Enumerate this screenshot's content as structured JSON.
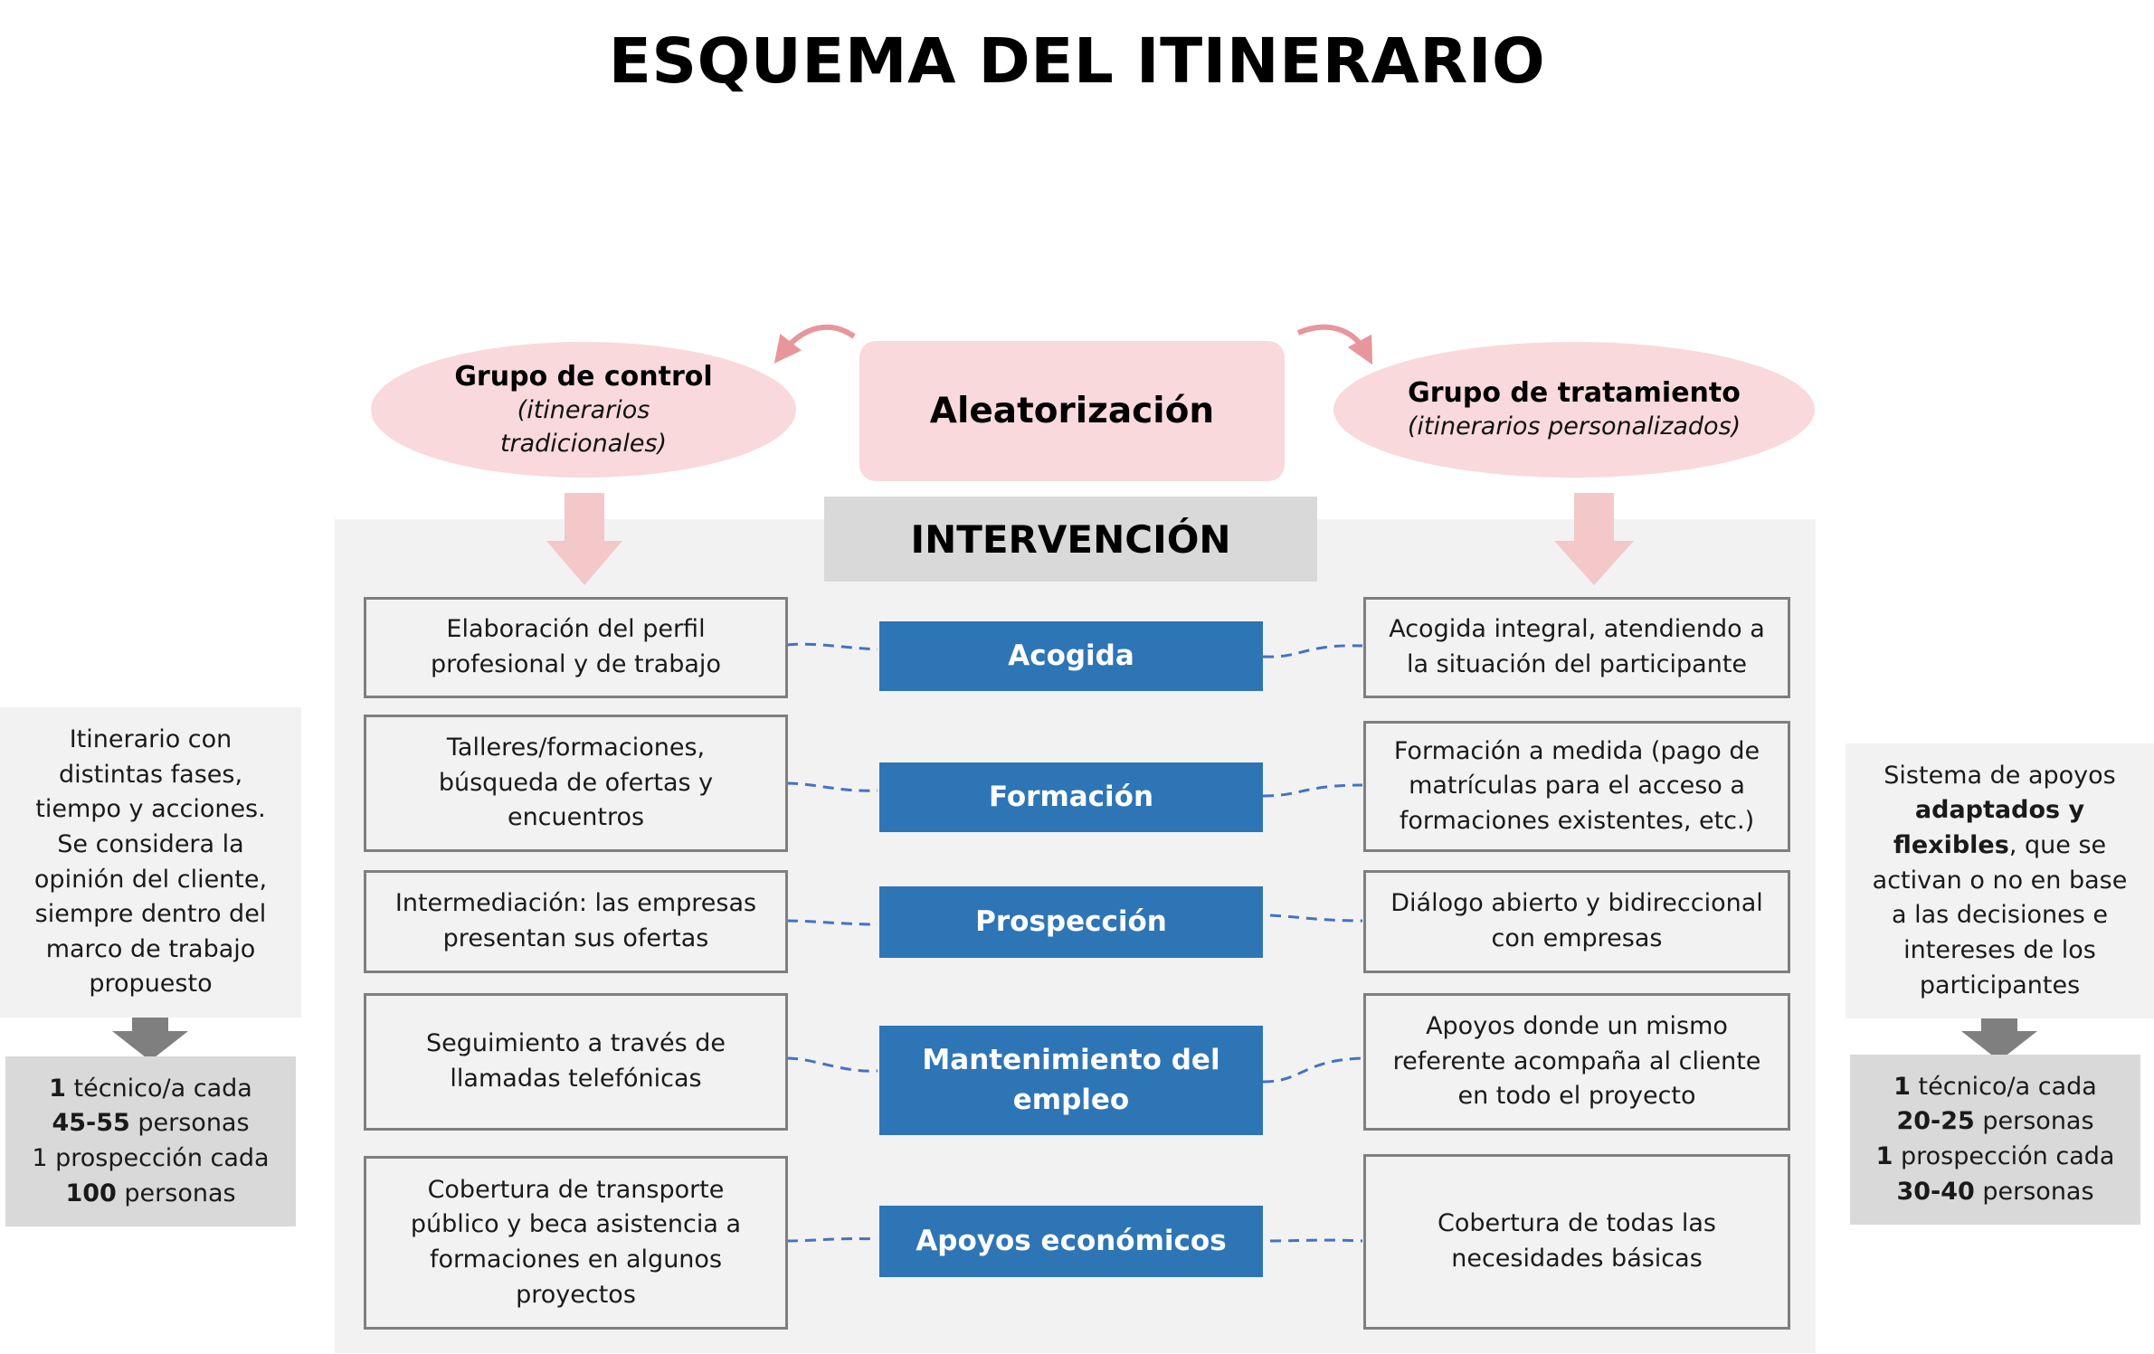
{
  "title": "ESQUEMA DEL ITINERARIO",
  "randomization": "Aleatorización",
  "control_group": {
    "title": "Grupo de control",
    "subtitle_line1": "(itinerarios",
    "subtitle_line2": "tradicionales)"
  },
  "treatment_group": {
    "title": "Grupo de tratamiento",
    "subtitle": "(itinerarios personalizados)"
  },
  "intervention_title": "INTERVENCIÓN",
  "phases": [
    {
      "label": "Acogida"
    },
    {
      "label": "Formación"
    },
    {
      "label": "Prospección"
    },
    {
      "label_line1": "Mantenimiento del",
      "label_line2": "empleo"
    },
    {
      "label": "Apoyos económicos"
    }
  ],
  "control_boxes": [
    [
      "Elaboración del perfil",
      "profesional y de trabajo"
    ],
    [
      "Talleres/formaciones,",
      "búsqueda de ofertas y",
      "encuentros"
    ],
    [
      "Intermediación: las empresas",
      "presentan sus ofertas"
    ],
    [
      "Seguimiento a través de",
      "llamadas telefónicas"
    ],
    [
      "Cobertura de transporte",
      "público y beca asistencia a",
      "formaciones en algunos",
      "proyectos"
    ]
  ],
  "treatment_boxes": [
    [
      "Acogida integral, atendiendo a",
      "la situación del participante"
    ],
    [
      "Formación a medida (pago de",
      "matrículas para el acceso a",
      "formaciones existentes, etc.)"
    ],
    [
      "Diálogo abierto y bidireccional",
      "con empresas"
    ],
    [
      "Apoyos donde un mismo",
      "referente acompaña al cliente",
      "en todo el proyecto"
    ],
    [
      "Cobertura de todas las",
      "necesidades básicas"
    ]
  ],
  "left_note": [
    "Itinerario con",
    "distintas fases,",
    "tiempo y acciones.",
    "Se considera la",
    "opinión del cliente,",
    "siempre dentro del",
    "marco de trabajo",
    "propuesto"
  ],
  "left_stat": {
    "line1_bold": "1",
    "line1_rest": " técnico/a cada",
    "line2_bold": "45-55",
    "line2_rest": " personas",
    "line3": "1 prospección cada",
    "line4_bold": "100",
    "line4_rest": " personas"
  },
  "right_note": {
    "line1": "Sistema de apoyos",
    "line2_bold": "adaptados y",
    "line3_bold": "flexibles",
    "line3_rest": ", que se",
    "line4": "activan o no en base",
    "line5": "a las decisiones e",
    "line6": "intereses de los",
    "line7": "participantes"
  },
  "right_stat": {
    "line1_bold": "1",
    "line1_rest": " técnico/a cada",
    "line2_bold": "20-25",
    "line2_rest": " personas",
    "line3_bold": "1",
    "line3_rest": " prospección cada",
    "line4_bold": "30-40",
    "line4_rest": " personas"
  },
  "colors": {
    "pink": "#f9d9db",
    "arrow_pink": "#f4c7c9",
    "curve_arrow": "#e8969b",
    "phase_blue": "#2e75b6",
    "connector_blue": "#4472c4",
    "panel_gray": "#f2f2f2",
    "header_gray": "#d9d9d9",
    "stat_arrow_gray": "#7f7f7f"
  }
}
